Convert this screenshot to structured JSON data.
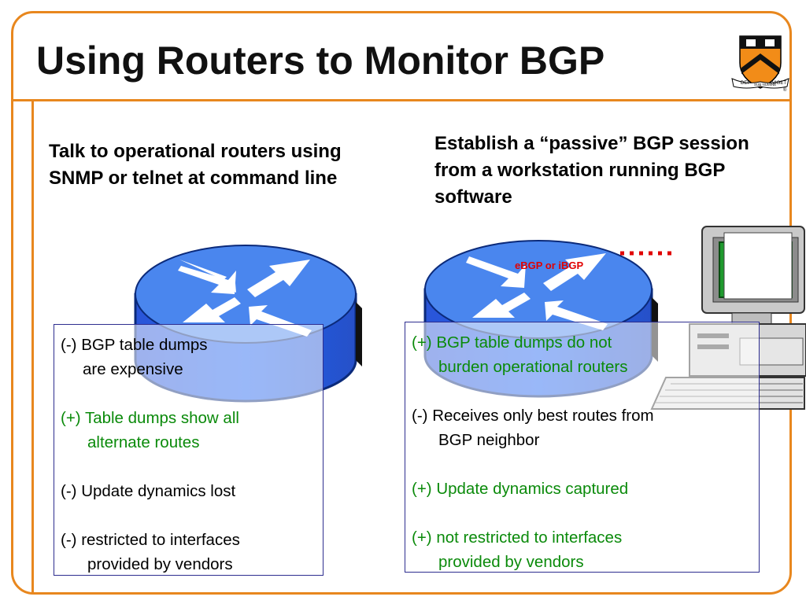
{
  "slide": {
    "title": "Using Routers to Monitor BGP",
    "left_heading": "Talk to operational routers using SNMP or telnet at command line",
    "right_heading": "Establish a “passive” BGP session from a workstation running BGP software",
    "link_label": "eBGP or iBGP",
    "logo_icon": "princeton-shield-icon",
    "logo_motto_left": "DEI",
    "logo_motto_center": "SUB NUMINE",
    "logo_motto_right": "VIGET",
    "logo_registered": "®",
    "colors": {
      "frame": "#e8871e",
      "router": "#2a63e0",
      "positive": "#0a8a0a",
      "link": "#e00000"
    }
  },
  "left_points": [
    {
      "sign": "(-)",
      "line1": "BGP table dumps",
      "line2": "are expensive",
      "tone": "neg"
    },
    {
      "sign": "(+)",
      "line1": "Table dumps show all",
      "line2": "alternate routes",
      "tone": "pos"
    },
    {
      "sign": "(-)",
      "line1": "Update dynamics lost",
      "line2": "",
      "tone": "neg"
    },
    {
      "sign": "(-)",
      "line1": "restricted to interfaces",
      "line2": "provided by vendors",
      "tone": "neg"
    }
  ],
  "right_points": [
    {
      "sign": "(+)",
      "line1": "BGP table dumps do not",
      "line2": "burden operational routers",
      "tone": "pos"
    },
    {
      "sign": "(-)",
      "line1": "Receives only best routes from",
      "line2": "BGP neighbor",
      "tone": "neg"
    },
    {
      "sign": "(+)",
      "line1": "Update dynamics captured",
      "line2": "",
      "tone": "pos"
    },
    {
      "sign": "(+)",
      "line1": "not restricted to interfaces",
      "line2": "provided by vendors",
      "tone": "pos"
    }
  ]
}
